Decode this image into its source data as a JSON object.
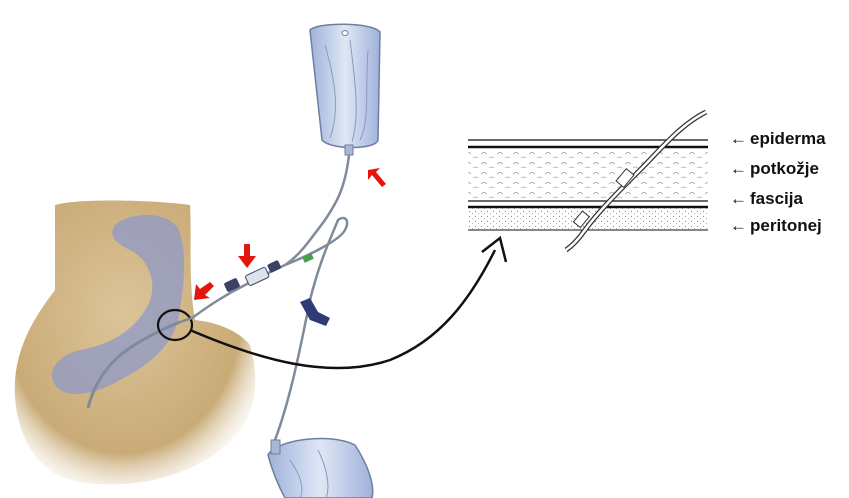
{
  "labels": {
    "epiderma": "epiderma",
    "potkozje": "potkožje",
    "fascija": "fascija",
    "peritonej": "peritonej"
  },
  "icons": {
    "layer_pointer": "left-arrow-icon",
    "flow_arrow": "red-arrow-icon"
  },
  "colors": {
    "skin": "#d9bf90",
    "organ": "#8d9ac8",
    "bag": "#b9c8e6",
    "tube": "#7f8b9a",
    "red_arrow": "#e3160f",
    "clamp": "#2f3a78",
    "outline": "#111111"
  }
}
